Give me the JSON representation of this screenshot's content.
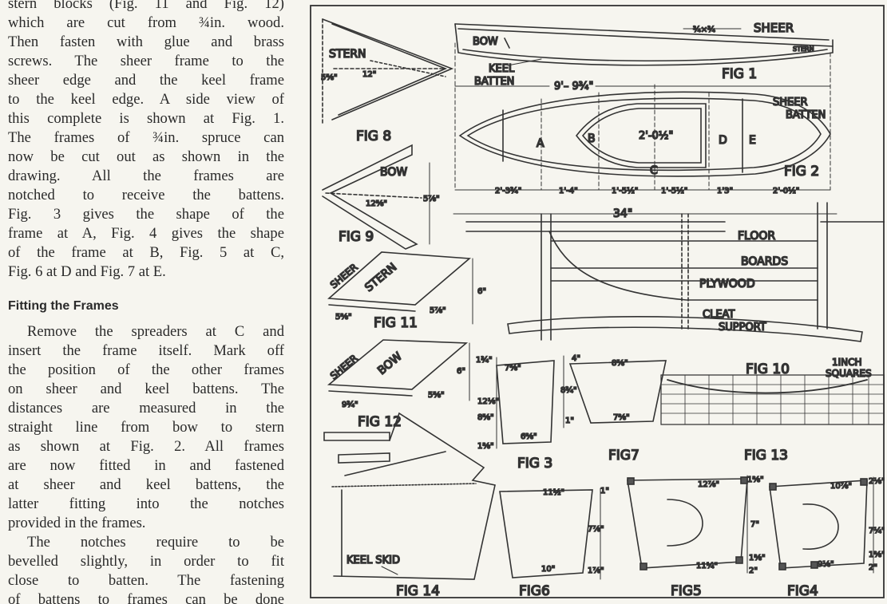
{
  "article": {
    "lines": [
      "stern blocks (Fig. 11 and Fig. 12)",
      "which are cut from ¾in. wood.",
      "Then fasten with glue and brass",
      "screws. The sheer frame to the",
      "sheer edge and the keel frame",
      "to the keel edge. A side view of",
      "this complete is shown at Fig. 1.",
      "The frames of ¾in. spruce can",
      "now be cut out as shown in the",
      "drawing. All the frames are",
      "notched to receive the battens.",
      "Fig. 3 gives the shape of the",
      "frame at A, Fig. 4 gives the shape",
      "of the frame at B, Fig. 5 at C,",
      "Fig. 6 at D and Fig. 7 at E."
    ],
    "heading": "Fitting the Frames",
    "lines2": [
      "Remove the spreaders at C and",
      "insert the frame itself. Mark off",
      "the position of the other frames",
      "on sheer and keel battens. The",
      "distances are measured in the",
      "straight line from bow to stern",
      "as shown at Fig. 2. All frames",
      "are now fitted in and fastened",
      "at sheer and keel battens, the",
      "latter fitting into the notches",
      "provided in the frames.",
      "The notches require to be",
      "bevelled slightly, in order to fit",
      "close to batten. The fastening",
      "of battens to frames can be done"
    ]
  },
  "figures": {
    "fig1": {
      "label": "FIG 1",
      "sheer": "SHEER",
      "bow": "BOW",
      "stern": "STERN",
      "keel_batten": [
        "KEEL",
        "BATTEN"
      ],
      "dim": "¾×¾"
    },
    "fig2": {
      "label": "FIG 2",
      "length": "9'– 9¾\"",
      "sheer_batten": [
        "SHEER",
        "BATTEN"
      ],
      "stations": [
        "A",
        "B",
        "C",
        "D",
        "E"
      ],
      "deck": "2'-0½\"",
      "spacings": [
        "2'-3¾\"",
        "1'-4\"",
        "1'-5½\"",
        "1'-5½\"",
        "1'3\"",
        "2'-0½\""
      ]
    },
    "fig8": {
      "label": "FIG 8",
      "stern": "STERN",
      "height": "5⅝\"",
      "depth": "12\""
    },
    "fig9": {
      "label": "FIG 9",
      "bow": "BOW",
      "height": "5⅞\"",
      "depth": "12⅝\""
    },
    "fig10": {
      "label": "FIG 10",
      "width": "34\"",
      "floor": "FLOOR",
      "boards": "BOARDS",
      "plywood": "PLYWOOD",
      "cleat": "CLEAT",
      "support": "SUPPORT"
    },
    "fig11": {
      "label": "FIG 11",
      "sheer": "SHEER",
      "stern": "STERN",
      "height": "6\"",
      "d1": "5⅜\"",
      "d2": "5⅞\""
    },
    "fig12": {
      "label": "FIG 12",
      "sheer": "SHEER",
      "bow": "BOW",
      "height": "6\"",
      "d1": "9¾\"",
      "d2": "5⅝\""
    },
    "fig13": {
      "label": "FIG 13",
      "note": [
        "1INCH",
        "SQUARES"
      ]
    },
    "fig3": {
      "label": "FIG 3",
      "top": "7⅝\"",
      "h1": "1¾\"",
      "h2": "12⅛\"",
      "h3": "8⅝\"",
      "h4": "1⅜\"",
      "bottom": "6⅜\""
    },
    "fig7": {
      "label": "FIG7",
      "top": "8⅝\"",
      "h1": "4\"",
      "h2": "8¾\"",
      "h3": "1\"",
      "bottom": "7⅜\""
    },
    "fig14": {
      "label": "FIG 14",
      "note": "KEEL SKID"
    },
    "fig6": {
      "label": "FIG6",
      "top": "11½\"",
      "h1": "1\"",
      "h2": "7⅞\"",
      "bottom": "10\"",
      "h3": "1⅞\""
    },
    "fig5": {
      "label": "FIG5",
      "top": "12⅞\"",
      "h1": "1⅜\"",
      "h2": "7\"",
      "bottom": "11¼\"",
      "h3": "1⅜\"",
      "h4": "2\""
    },
    "fig4": {
      "label": "FIG4",
      "top": "10⅞\"",
      "h1": "2⅛\"",
      "h2": "7¼\"",
      "bottom": "9⅛\"",
      "h3": "1⅜\"",
      "h4": "2\""
    }
  }
}
